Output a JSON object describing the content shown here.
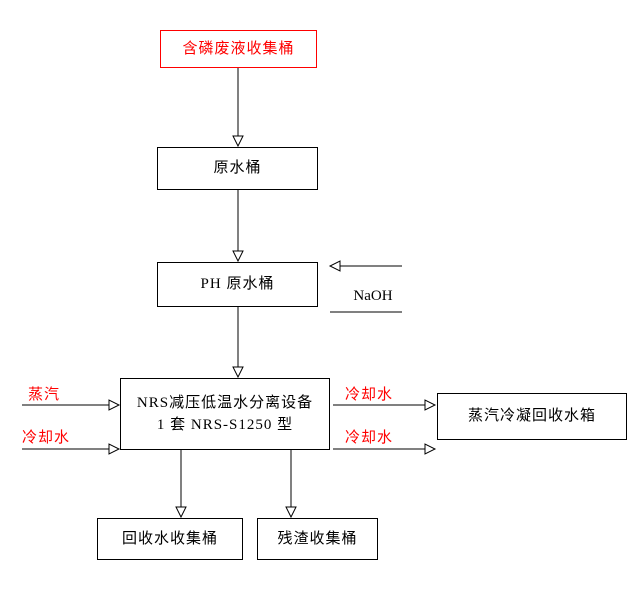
{
  "colors": {
    "accent_red": "#ff0000",
    "line_black": "#000000",
    "background": "#ffffff"
  },
  "boxes": {
    "waste_collection": {
      "label": "含磷废液收集桶"
    },
    "raw_water": {
      "label": "原水桶"
    },
    "ph_raw_water": {
      "label": "PH 原水桶"
    },
    "nrs_equipment": {
      "line1": "NRS减压低温水分离设备",
      "line2": "1 套 NRS-S1250 型"
    },
    "condensate_tank": {
      "label": "蒸汽冷凝回收水箱"
    },
    "recovered_water": {
      "label": "回收水收集桶"
    },
    "residue": {
      "label": "残渣收集桶"
    }
  },
  "flow_labels": {
    "naoh": "NaOH",
    "steam_in": "蒸汽",
    "cooling_water_in": "冷却水",
    "cooling_water_out_top": "冷却水",
    "cooling_water_out_bottom": "冷却水"
  }
}
